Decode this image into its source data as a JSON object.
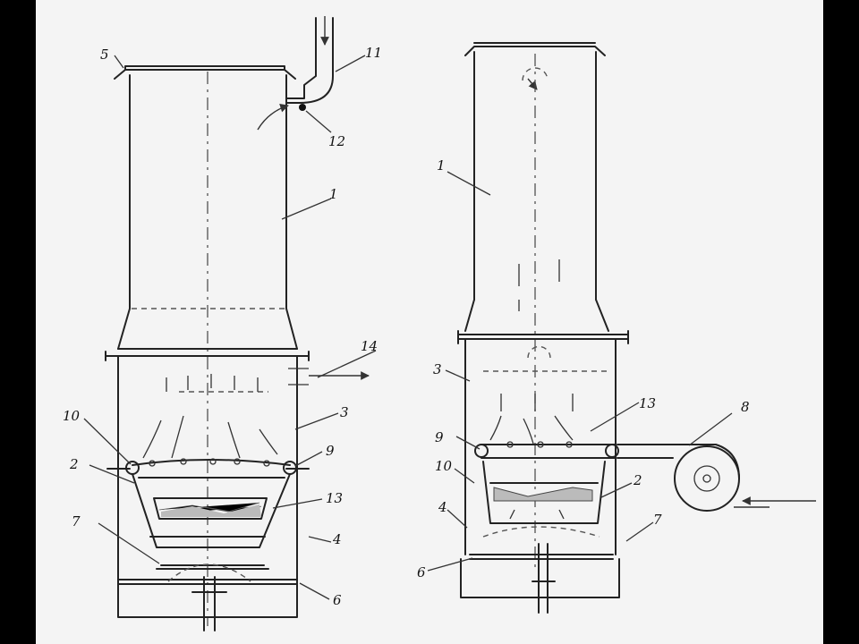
{
  "colors": {
    "background": "#000000",
    "paper": "#f4f4f4",
    "ink": "#222222"
  },
  "left_figure": {
    "labels": [
      "1",
      "2",
      "3",
      "4",
      "5",
      "6",
      "7",
      "9",
      "10",
      "11",
      "12",
      "13",
      "14"
    ]
  },
  "right_figure": {
    "labels": [
      "1",
      "2",
      "3",
      "4",
      "6",
      "7",
      "8",
      "9",
      "10",
      "13"
    ]
  }
}
